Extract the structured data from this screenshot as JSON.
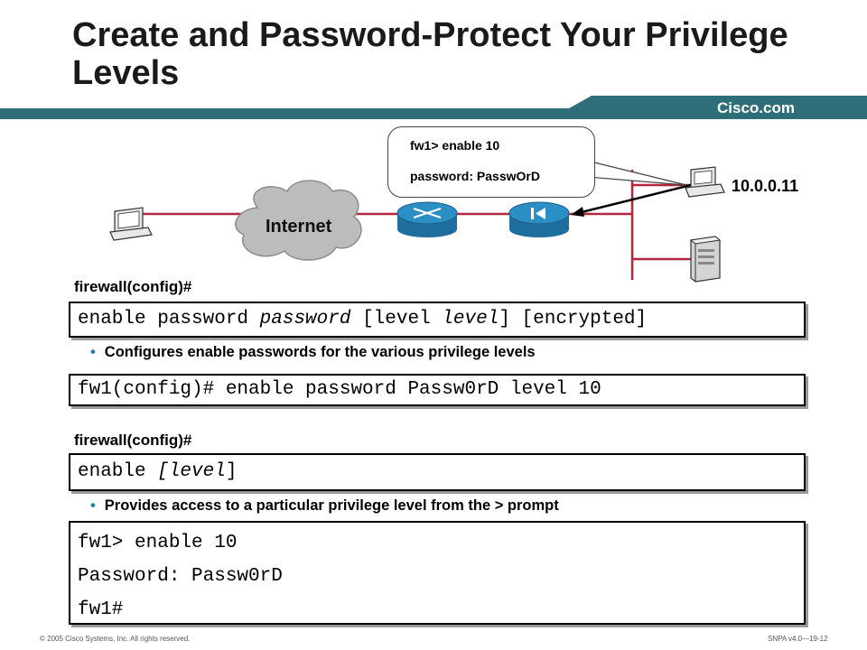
{
  "slide": {
    "title": "Create and Password-Protect Your Privilege Levels",
    "brand": "Cisco.com",
    "band_color": "#2e6e78"
  },
  "diagram": {
    "callout_lines": [
      "fw1> enable 10",
      "password: PasswOrD"
    ],
    "ip_address": "10.0.0.11",
    "cloud_label": "Internet",
    "link_color": "#b3263c",
    "device_color": "#2b8fc6"
  },
  "section1": {
    "prompt": "firewall(config)#",
    "syntax": {
      "pre": "enable password ",
      "arg1": "password",
      "mid": " [level ",
      "arg2": "level",
      "post": "] [encrypted]"
    },
    "bullet": "Configures enable passwords for the various privilege levels",
    "example": "fw1(config)# enable password Passw0rD level 10"
  },
  "section2": {
    "prompt": "firewall(config)#",
    "syntax": {
      "pre": "enable ",
      "arg1": "[level",
      "post": "]"
    },
    "bullet": "Provides access to a particular privilege level from the > prompt",
    "example_lines": [
      "fw1> enable 10",
      "Password: Passw0rD",
      "fw1#"
    ]
  },
  "footer": {
    "copyright": "© 2005 Cisco Systems, Inc. All rights reserved.",
    "course": "SNPA v4.0—19-12"
  }
}
